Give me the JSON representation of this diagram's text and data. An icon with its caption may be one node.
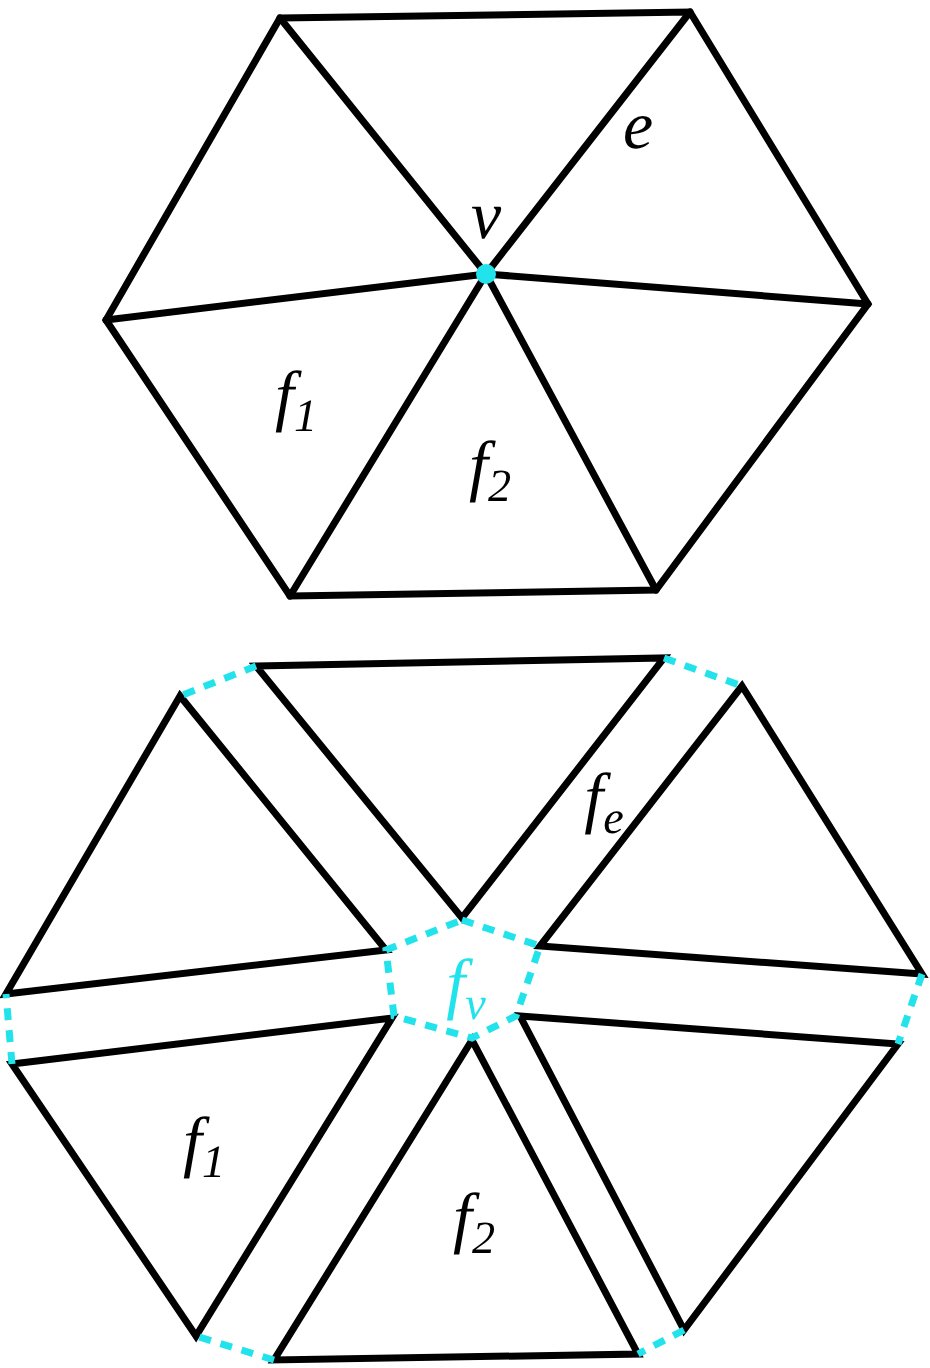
{
  "diagram": {
    "labels": [
      "e",
      "v",
      "f$_{1}$",
      "f$_{2}$",
      "f$_{e}$",
      "f$_{v}$",
      "f$_{1}$",
      "f$_{2}$"
    ]
  }
}
